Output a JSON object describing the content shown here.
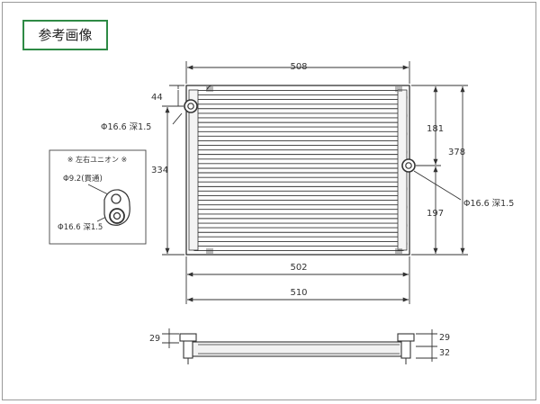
{
  "badge": {
    "label": "参考画像"
  },
  "dims": {
    "width_top": "508",
    "width_core": "502",
    "width_overall": "510",
    "height_left": "334",
    "height_right": "378",
    "offset_top": "44",
    "offset_right_upper": "181",
    "offset_right_lower": "197",
    "port_left": "Φ16.6  深1.5",
    "port_right": "Φ16.6  深1.5",
    "side_left": "29",
    "side_right_a": "29",
    "side_right_b": "32"
  },
  "inset": {
    "title": "※  左右ユニオン  ※",
    "hole_small": "Φ9.2(貫通)",
    "hole_large": "Φ16.6  深1.5"
  },
  "colors": {
    "frame_border": "#9a9a9a",
    "badge_border": "#2e8a45",
    "line": "#333333"
  }
}
